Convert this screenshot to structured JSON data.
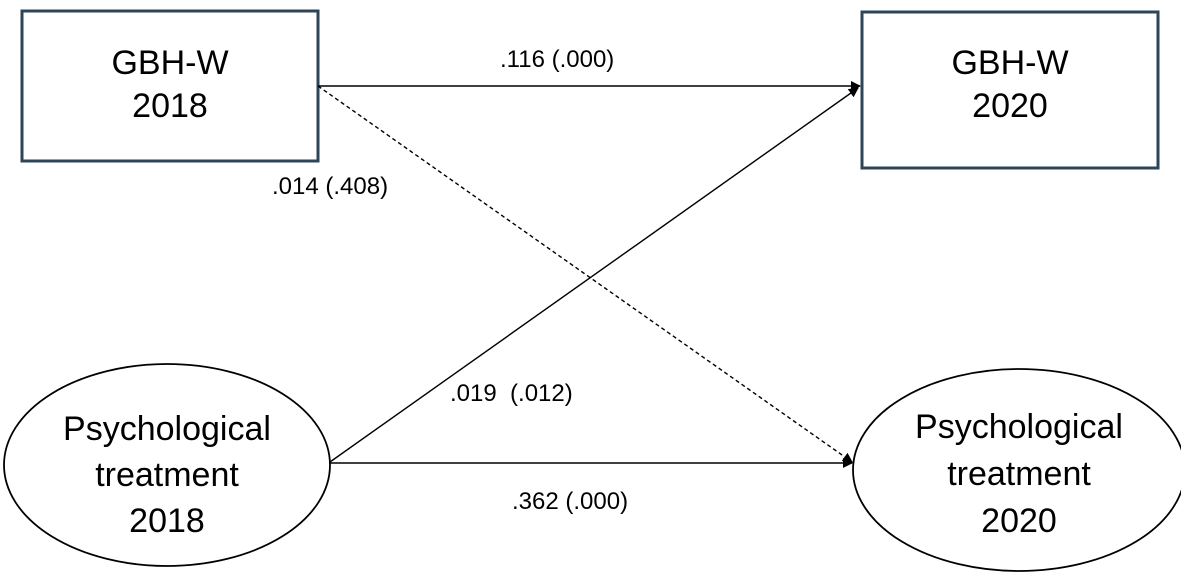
{
  "nodes": {
    "gbhw_2018": {
      "lines": [
        "GBH-W",
        "2018"
      ]
    },
    "gbhw_2020": {
      "lines": [
        "GBH-W",
        "2020"
      ]
    },
    "psych_2018": {
      "lines": [
        "Psychological",
        "treatment",
        "2018"
      ]
    },
    "psych_2020": {
      "lines": [
        "Psychological",
        "treatment",
        "2020"
      ]
    }
  },
  "edges": {
    "gbhw_2018_to_gbhw_2020": ".116 (.000)",
    "gbhw_2018_to_psych_2020": ".014 (.408)",
    "psych_2018_to_gbhw_2020": ".019  (.012)",
    "psych_2018_to_psych_2020": ".362 (.000)"
  },
  "colors": {
    "box_border": "#2e4457",
    "stroke": "#000000"
  }
}
